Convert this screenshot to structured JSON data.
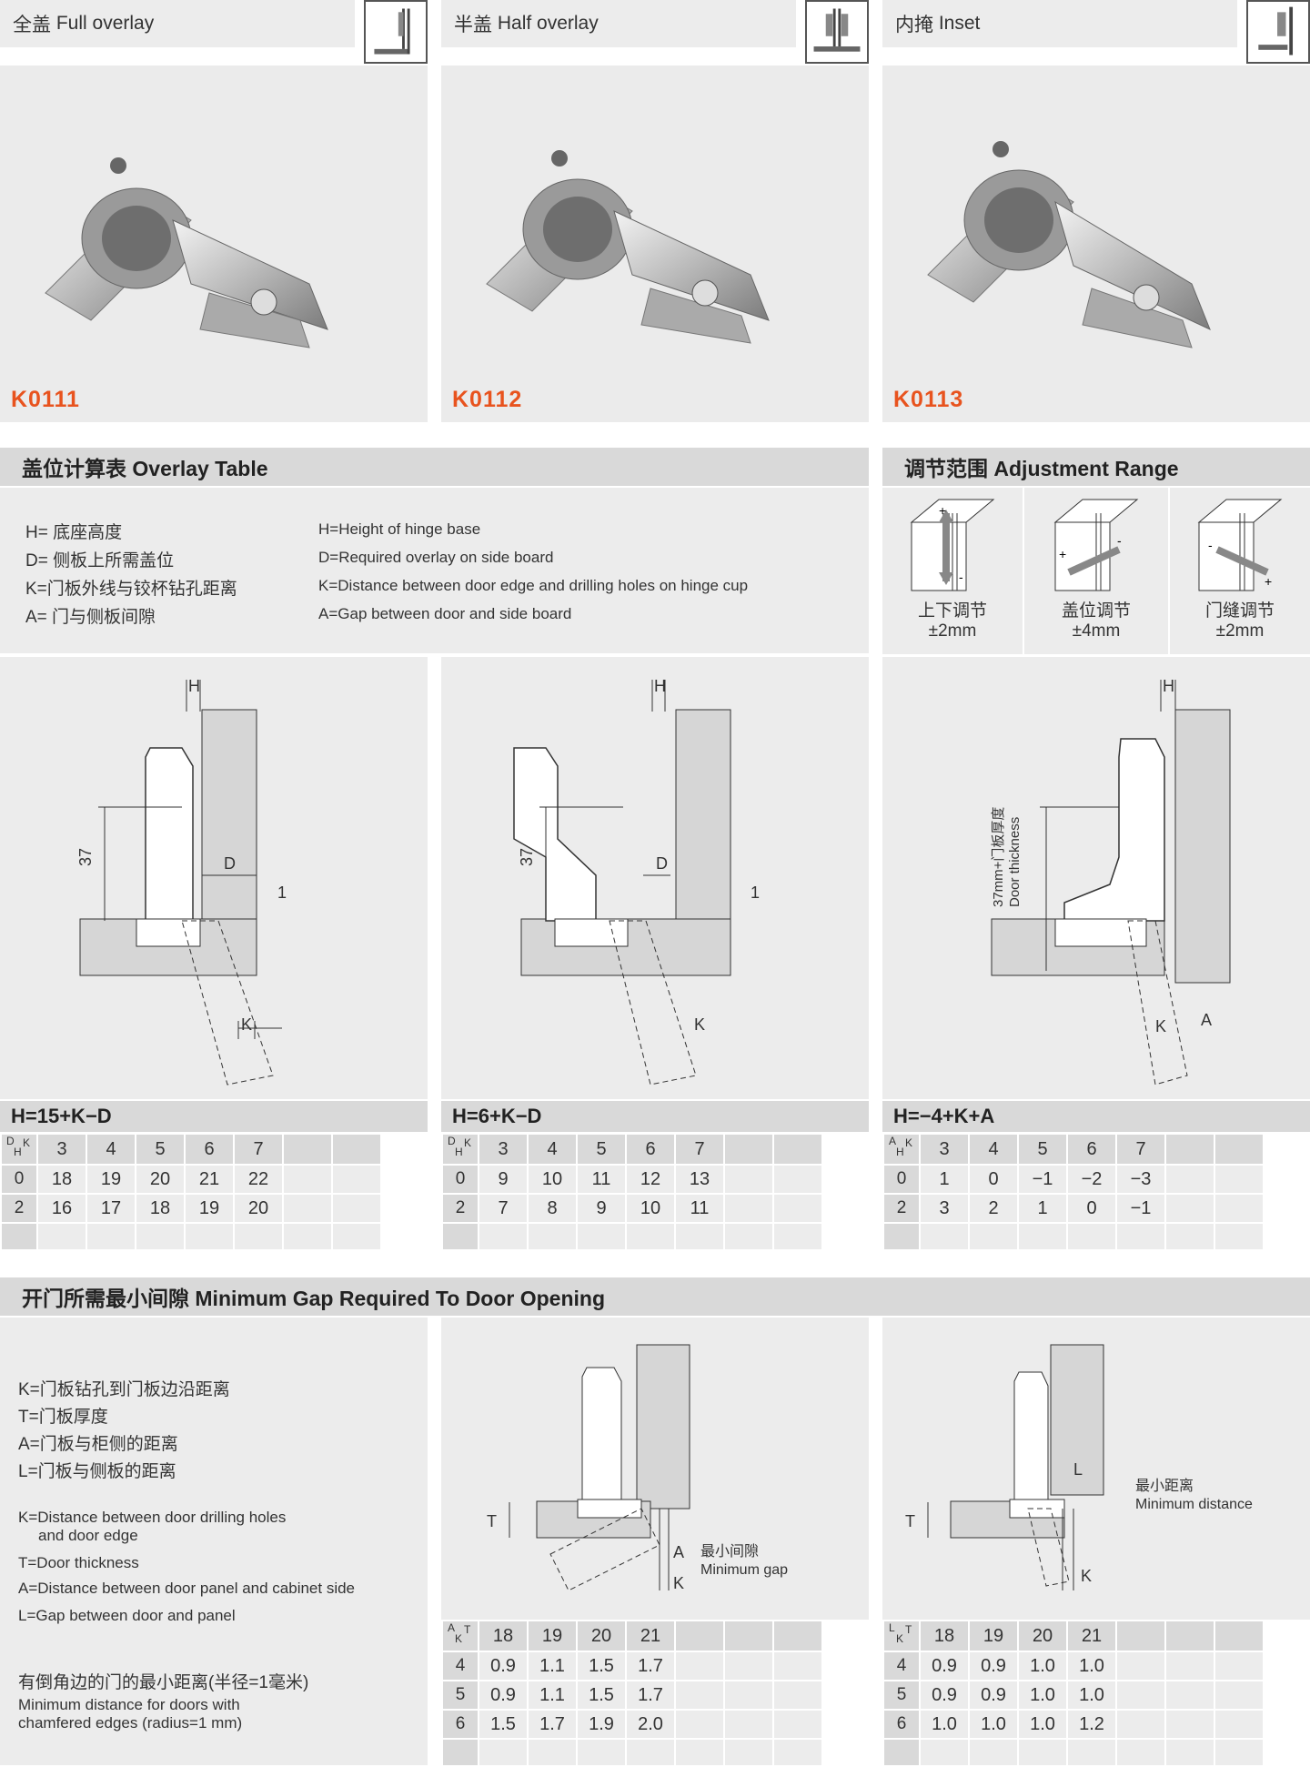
{
  "products": [
    {
      "cn": "全盖",
      "en": "Full overlay",
      "code": "K0111"
    },
    {
      "cn": "半盖",
      "en": "Half overlay",
      "code": "K0112"
    },
    {
      "cn": "内掩",
      "en": "Inset",
      "code": "K0113"
    }
  ],
  "overlay_table": {
    "title": "盖位计算表  Overlay Table",
    "legend_cn": [
      "H= 底座高度",
      "D= 侧板上所需盖位",
      "K=门板外线与铰杯钻孔距离",
      "A= 门与侧板间隙"
    ],
    "legend_en": [
      "H=Height of hinge base",
      "D=Required overlay on side board",
      "K=Distance between door edge and drilling holes on hinge cup",
      "A=Gap between door and side board"
    ]
  },
  "adjustment": {
    "title": "调节范围  Adjustment Range",
    "items": [
      {
        "label": "上下调节",
        "value": "±2mm"
      },
      {
        "label": "盖位调节",
        "value": "±4mm"
      },
      {
        "label": "门缝调节",
        "value": "±2mm"
      }
    ]
  },
  "diagram_labels": {
    "H": "H",
    "D": "D",
    "K": "K",
    "A": "A",
    "T": "T",
    "L": "L",
    "d37": "37",
    "one": "1",
    "door_thick_cn": "37mm+门板厚度",
    "door_thick_en": "Door thickness",
    "min_gap_cn": "最小间隙",
    "min_gap_en": "Minimum gap",
    "min_dist_cn": "最小距离",
    "min_dist_en": "Minimum distance"
  },
  "formulas": [
    {
      "formula": "H=15+K−D",
      "corner_top": "D",
      "corner_left": "H",
      "corner_right": "K",
      "cols": [
        "3",
        "4",
        "5",
        "6",
        "7"
      ],
      "rows": [
        {
          "h": "0",
          "v": [
            "18",
            "19",
            "20",
            "21",
            "22"
          ]
        },
        {
          "h": "2",
          "v": [
            "16",
            "17",
            "18",
            "19",
            "20"
          ]
        }
      ]
    },
    {
      "formula": "H=6+K−D",
      "corner_top": "D",
      "corner_left": "H",
      "corner_right": "K",
      "cols": [
        "3",
        "4",
        "5",
        "6",
        "7"
      ],
      "rows": [
        {
          "h": "0",
          "v": [
            "9",
            "10",
            "11",
            "12",
            "13"
          ]
        },
        {
          "h": "2",
          "v": [
            "7",
            "8",
            "9",
            "10",
            "11"
          ]
        }
      ]
    },
    {
      "formula": "H=−4+K+A",
      "corner_top": "A",
      "corner_left": "H",
      "corner_right": "K",
      "cols": [
        "3",
        "4",
        "5",
        "6",
        "7"
      ],
      "rows": [
        {
          "h": "0",
          "v": [
            "1",
            "0",
            "−1",
            "−2",
            "−3"
          ]
        },
        {
          "h": "2",
          "v": [
            "3",
            "2",
            "1",
            "0",
            "−1"
          ]
        }
      ]
    }
  ],
  "min_gap": {
    "title": "开门所需最小间隙  Minimum Gap Required To Door Opening",
    "legend_cn": [
      "K=门板钻孔到门板边沿距离",
      "T=门板厚度",
      "A=门板与柜侧的距离",
      "L=门板与侧板的距离"
    ],
    "legend_en": [
      "K=Distance between door drilling holes",
      "and door edge",
      "T=Door thickness",
      "A=Distance between door panel and cabinet side",
      "L=Gap between door  and panel"
    ],
    "chamfer_cn": "有倒角边的门的最小距离(半径=1毫米)",
    "chamfer_en": [
      "Minimum distance for doors with",
      "chamfered edges (radius=1 mm)"
    ],
    "tables": [
      {
        "corner_top": "A",
        "corner_left": "K",
        "corner_right": "T",
        "cols": [
          "18",
          "19",
          "20",
          "21"
        ],
        "rows": [
          {
            "h": "4",
            "v": [
              "0.9",
              "1.1",
              "1.5",
              "1.7"
            ]
          },
          {
            "h": "5",
            "v": [
              "0.9",
              "1.1",
              "1.5",
              "1.7"
            ]
          },
          {
            "h": "6",
            "v": [
              "1.5",
              "1.7",
              "1.9",
              "2.0"
            ]
          }
        ]
      },
      {
        "corner_top": "L",
        "corner_left": "K",
        "corner_right": "T",
        "cols": [
          "18",
          "19",
          "20",
          "21"
        ],
        "rows": [
          {
            "h": "4",
            "v": [
              "0.9",
              "0.9",
              "1.0",
              "1.0"
            ]
          },
          {
            "h": "5",
            "v": [
              "0.9",
              "0.9",
              "1.0",
              "1.0"
            ]
          },
          {
            "h": "6",
            "v": [
              "1.0",
              "1.0",
              "1.0",
              "1.2"
            ]
          }
        ]
      }
    ]
  }
}
